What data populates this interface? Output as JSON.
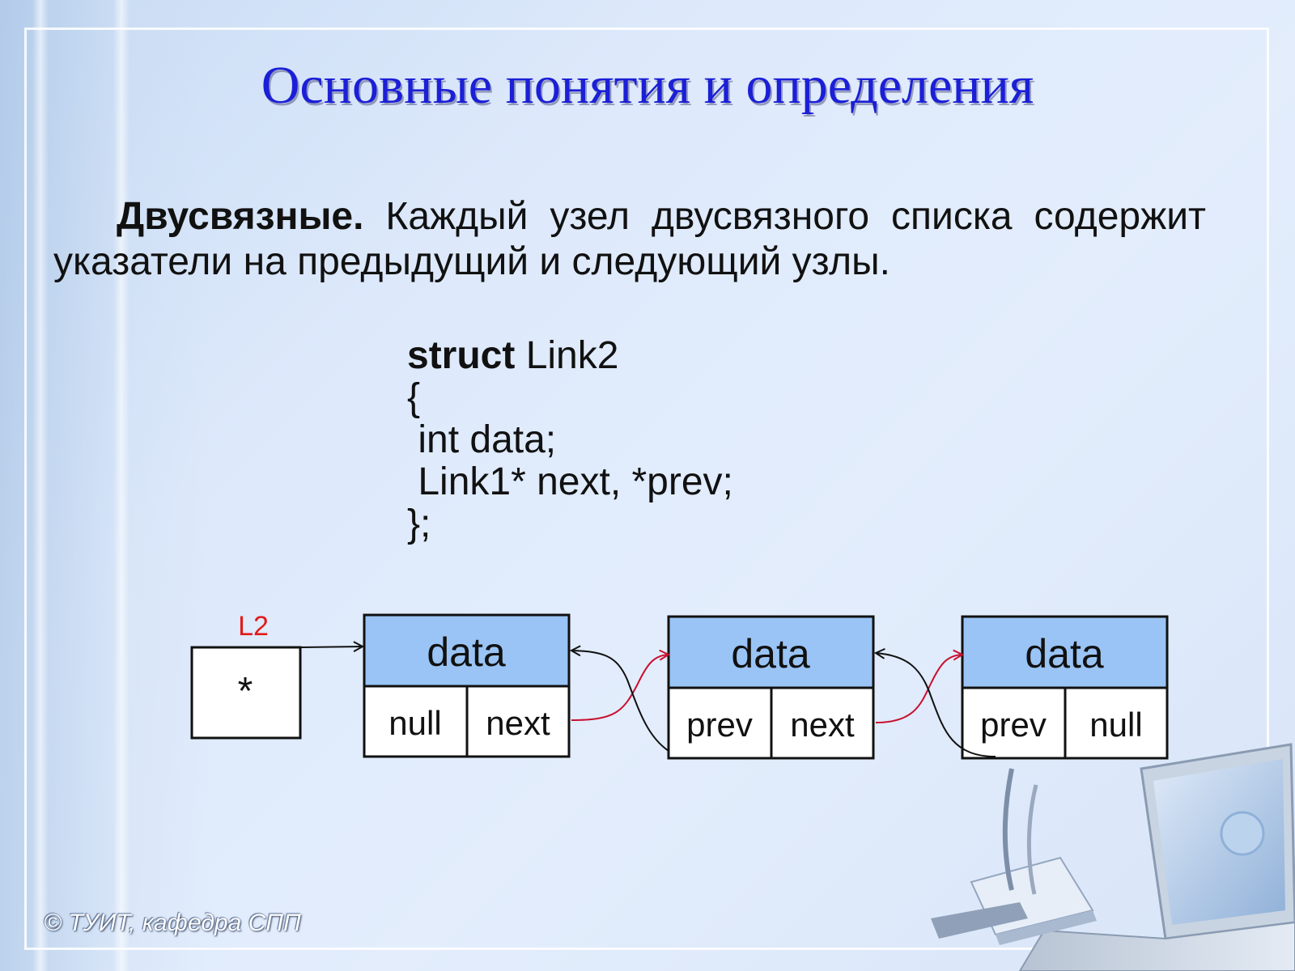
{
  "title": "Основные понятия и определения",
  "paragraph": {
    "lead": "Двусвязные.",
    "text": " Каждый узел двусвязного списка содержит указатели на предыдущий и следующий узлы."
  },
  "code": {
    "keyword": "struct",
    "name": " Link2",
    "lines": [
      "{",
      " int data;",
      " Link1* next, *prev;",
      "};"
    ]
  },
  "diagram": {
    "pointer_label": "L2",
    "pointer_value": "*",
    "nodes": [
      {
        "data": "data",
        "left": "null",
        "right": "next"
      },
      {
        "data": "data",
        "left": "prev",
        "right": "next"
      },
      {
        "data": "data",
        "left": "prev",
        "right": "null"
      }
    ],
    "colors": {
      "data_fill": "#99c4f5",
      "forward_arrow": "#c8102e",
      "back_arrow": "#111111",
      "pointer_label": "#e21b1b"
    }
  },
  "footer": "© ТУИТ, кафедра СПП"
}
